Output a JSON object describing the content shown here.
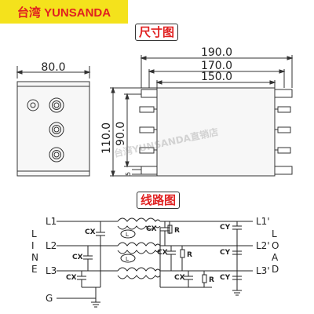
{
  "brand": {
    "label": "台湾 YUNSANDA",
    "badge_color": "#f4e21c",
    "text_color": "#e02020"
  },
  "sections": {
    "dimensions": "尺寸图",
    "circuit": "线路图"
  },
  "dimensions": {
    "side_width": "80.0",
    "overall_length": "190.0",
    "mount_length": "170.0",
    "body_length": "150.0",
    "height": "110.0",
    "inner_height": "90.0",
    "small": "5"
  },
  "watermark": "台湾YUNSANDA直销店",
  "circuit": {
    "lines": [
      "L1",
      "L2",
      "L3"
    ],
    "ground": "G",
    "outputs": [
      "L1'",
      "L2'",
      "L3'"
    ],
    "line_label": [
      "L",
      "I",
      "N",
      "E"
    ],
    "load_label": [
      "L",
      "O",
      "A",
      "D"
    ],
    "cx": "CX",
    "cy": "CY",
    "r": "R",
    "l": "L"
  },
  "colors": {
    "accent_red": "#e02020",
    "line": "#333333"
  }
}
